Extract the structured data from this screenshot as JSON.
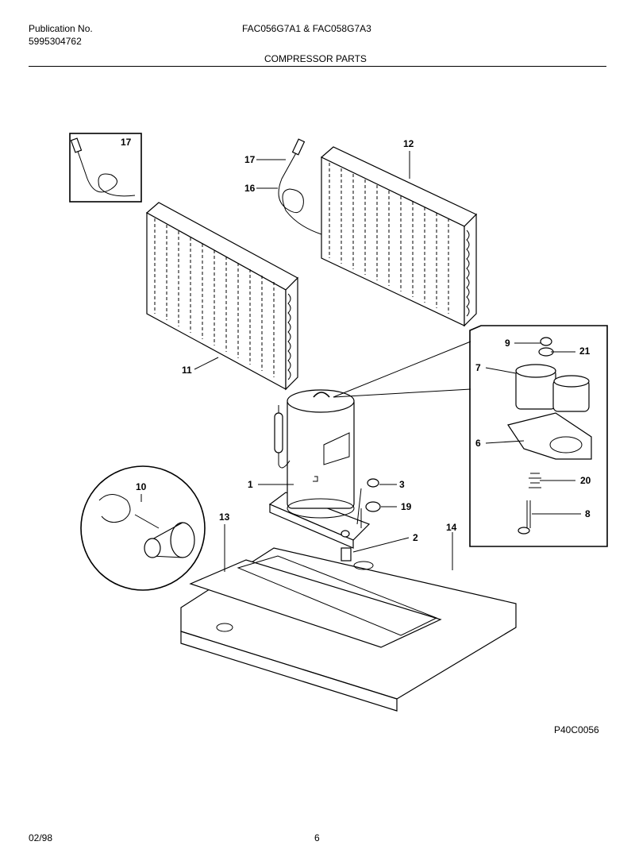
{
  "header": {
    "publication_label": "Publication No.",
    "publication_number": "5995304762",
    "models": "FAC056G7A1 & FAC058G7A3",
    "section_title": "COMPRESSOR PARTS"
  },
  "callouts": [
    "17",
    "17",
    "16",
    "12",
    "11",
    "9",
    "21",
    "7",
    "6",
    "1",
    "3",
    "19",
    "20",
    "8",
    "10",
    "13",
    "2",
    "14"
  ],
  "diagram_code": "P40C0056",
  "footer": {
    "date": "02/98",
    "page": "6"
  }
}
